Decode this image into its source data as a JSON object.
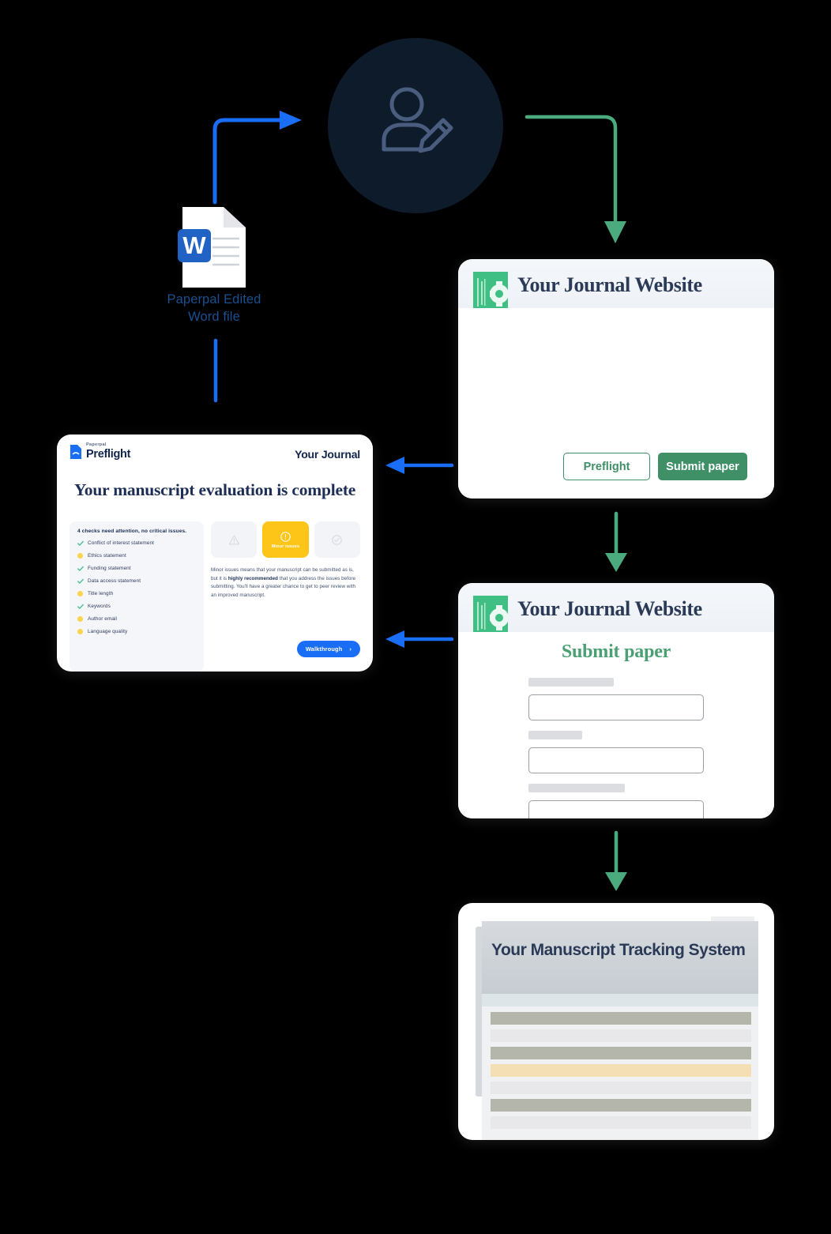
{
  "diagram": {
    "title": "Paperpal Preflight journal submission workflow",
    "colors": {
      "blue_arrow": "#1a6ef5",
      "green_arrow": "#4bab7f",
      "navy": "#11254d",
      "journal_green": "#3f8f67",
      "yellow": "#fcc518",
      "dark_circle": "#0d1b2b"
    }
  },
  "editor": {
    "icon": "user-edit-icon"
  },
  "word_file": {
    "icon": "word-document-icon",
    "letter": "W",
    "label_line1": "Paperpal Edited",
    "label_line2": "Word file"
  },
  "arrows": [
    {
      "name": "arrow-word-to-editor",
      "color": "#1a6ef5",
      "direction": "up-right"
    },
    {
      "name": "arrow-editor-to-journal",
      "color": "#4bab7f",
      "direction": "right-down"
    },
    {
      "name": "arrow-word-to-preflight",
      "color": "#1a6ef5",
      "direction": "down"
    },
    {
      "name": "arrow-journal-to-preflight",
      "color": "#1a6ef5",
      "direction": "left"
    },
    {
      "name": "arrow-journal-to-submit",
      "color": "#4bab7f",
      "direction": "down"
    },
    {
      "name": "arrow-submit-to-preflight",
      "color": "#1a6ef5",
      "direction": "left"
    },
    {
      "name": "arrow-submit-to-tracking",
      "color": "#4bab7f",
      "direction": "down"
    }
  ],
  "preflight_card": {
    "logo_sub": "Paperpal",
    "logo_main": "Preflight",
    "journal_label": "Your Journal",
    "title": "Your manuscript evaluation is complete",
    "checks_heading": "4 checks need attention, no critical issues.",
    "checks": [
      {
        "label": "Conflict of interest statement",
        "state": "ok"
      },
      {
        "label": "Ethics statement",
        "state": "warn"
      },
      {
        "label": "Funding statement",
        "state": "ok"
      },
      {
        "label": "Data access statement",
        "state": "ok"
      },
      {
        "label": "Title length",
        "state": "warn"
      },
      {
        "label": "Keywords",
        "state": "ok"
      },
      {
        "label": "Author email",
        "state": "warn"
      },
      {
        "label": "Language quality",
        "state": "warn"
      }
    ],
    "status_tiles": [
      {
        "name": "critical-issues-tile",
        "icon": "warning-triangle-icon",
        "label": "",
        "active": false
      },
      {
        "name": "minor-issues-tile",
        "icon": "exclamation-circle-icon",
        "label": "Minor issues",
        "active": true
      },
      {
        "name": "no-issues-tile",
        "icon": "check-circle-icon",
        "label": "",
        "active": false
      }
    ],
    "paragraph_part1": "Minor issues means that your manuscript can be submitted as is, but it is ",
    "paragraph_bold": "highly recommended",
    "paragraph_part2": " that you address the issues before submitting. You'll have a greater chance to get to peer review with an improved manuscript.",
    "walkthrough_label": "Walkthrough",
    "walkthrough_arrow": "›"
  },
  "journal_website_1": {
    "logo": "journal-cover-icon",
    "title": "Your Journal Website",
    "preflight_button": "Preflight",
    "submit_button": "Submit paper"
  },
  "journal_website_2": {
    "logo": "journal-cover-icon",
    "title": "Your Journal Website",
    "form_title": "Submit paper",
    "fields": [
      {
        "name": "submit-field-1",
        "label_width": 108
      },
      {
        "name": "submit-field-2",
        "label_width": 68
      },
      {
        "name": "submit-field-3",
        "label_width": 122
      }
    ]
  },
  "tracking_system": {
    "title": "Your Manuscript Tracking System",
    "rows": [
      {
        "name": "tracking-row-1",
        "tone": "grey"
      },
      {
        "name": "tracking-row-2",
        "tone": "light"
      },
      {
        "name": "tracking-row-3",
        "tone": "grey"
      },
      {
        "name": "tracking-row-4",
        "tone": "amber"
      },
      {
        "name": "tracking-row-5",
        "tone": "light"
      },
      {
        "name": "tracking-row-6",
        "tone": "grey"
      },
      {
        "name": "tracking-row-7",
        "tone": "light"
      }
    ]
  }
}
